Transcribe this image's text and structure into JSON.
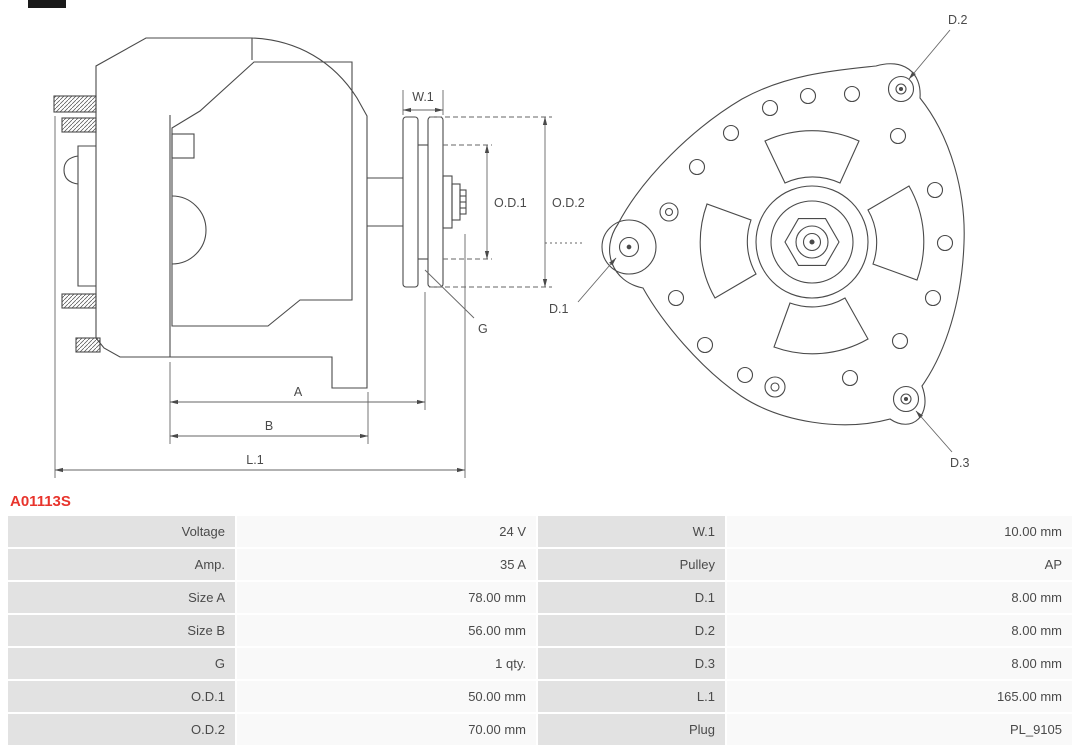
{
  "part_number": "A01113S",
  "colors": {
    "part_number_accent": "#e8342c",
    "drawing_line": "#4a4a4a",
    "table_label_bg": "#e2e2e2",
    "table_value_bg": "#f9f9f9"
  },
  "drawing": {
    "labels": {
      "w1": "W.1",
      "od1": "O.D.1",
      "od2": "O.D.2",
      "g": "G",
      "a": "A",
      "b": "B",
      "l1": "L.1",
      "d1": "D.1",
      "d2": "D.2",
      "d3": "D.3"
    }
  },
  "table": {
    "rows": [
      {
        "left_label": "Voltage",
        "left_value": "24 V",
        "right_label": "W.1",
        "right_value": "10.00 mm"
      },
      {
        "left_label": "Amp.",
        "left_value": "35 A",
        "right_label": "Pulley",
        "right_value": "AP"
      },
      {
        "left_label": "Size A",
        "left_value": "78.00 mm",
        "right_label": "D.1",
        "right_value": "8.00 mm"
      },
      {
        "left_label": "Size B",
        "left_value": "56.00 mm",
        "right_label": "D.2",
        "right_value": "8.00 mm"
      },
      {
        "left_label": "G",
        "left_value": "1 qty.",
        "right_label": "D.3",
        "right_value": "8.00 mm"
      },
      {
        "left_label": "O.D.1",
        "left_value": "50.00 mm",
        "right_label": "L.1",
        "right_value": "165.00 mm"
      },
      {
        "left_label": "O.D.2",
        "left_value": "70.00 mm",
        "right_label": "Plug",
        "right_value": "PL_9105"
      }
    ]
  }
}
